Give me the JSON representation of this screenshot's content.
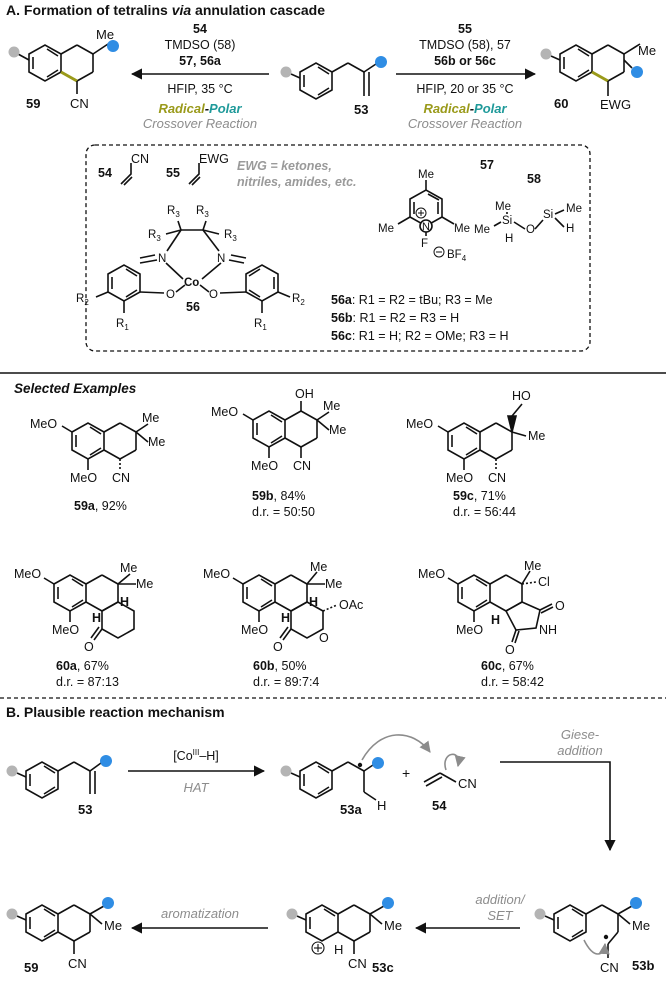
{
  "section_a": {
    "title_pre": "A. Formation of tetralins ",
    "title_via": "via",
    "title_post": " annulation cascade"
  },
  "left_arrow": {
    "reagent1": "54",
    "reagent2": "TMDSO (58)",
    "reagent3": "57, 56a",
    "conditions": "HFIP, 35 °C",
    "radical": "Radical",
    "dash": "-",
    "polar": "Polar",
    "crossover": "Crossover Reaction"
  },
  "right_arrow": {
    "reagent1": "55",
    "reagent2": "TMDSO (58), 57",
    "reagent3": "56b or 56c",
    "conditions": "HFIP, 20 or 35 °C",
    "radical": "Radical",
    "dash": "-",
    "polar": "Polar",
    "crossover": "Crossover Reaction"
  },
  "compounds": {
    "c59": "59",
    "c53": "53",
    "c60": "60",
    "me": "Me",
    "cn": "CN",
    "ewg": "EWG"
  },
  "box": {
    "l54": "54",
    "l55": "55",
    "cn": "CN",
    "ewg": "EWG",
    "ewg_note1": "EWG = ketones,",
    "ewg_note2": "nitriles, amides, etc.",
    "l57": "57",
    "l58": "58",
    "l56": "56",
    "me": "Me",
    "n": "N",
    "f": "F",
    "bf4": "BF",
    "bf4_sub": "4",
    "si": "Si",
    "h": "H",
    "o": "O",
    "co": "Co",
    "r1": "R",
    "r1_sub": "1",
    "r2": "R",
    "r2_sub": "2",
    "r3": "R",
    "r3_sub": "3",
    "cat_a_label": "56a",
    "cat_a_text": ": R1 = R2 = tBu; R3 = Me",
    "cat_b_label": "56b",
    "cat_b_text": ": R1 = R2 = R3 = H",
    "cat_c_label": "56c",
    "cat_c_text": ": R1 = H; R2 = OMe; R3 = H"
  },
  "selected": {
    "title": "Selected Examples",
    "meo": "MeO",
    "me": "Me",
    "cn": "CN",
    "oh": "OH",
    "ho": "HO",
    "oac": "OAc",
    "cl": "Cl",
    "nh": "NH",
    "o": "O",
    "h": "H",
    "ex": [
      {
        "id": "59a",
        "yield": ", 92%",
        "dr": ""
      },
      {
        "id": "59b",
        "yield": ", 84%",
        "dr": "d.r. = 50:50"
      },
      {
        "id": "59c",
        "yield": ", 71%",
        "dr": "d.r. = 56:44"
      },
      {
        "id": "60a",
        "yield": ", 67%",
        "dr": "d.r. = 87:13"
      },
      {
        "id": "60b",
        "yield": ", 50%",
        "dr": "d.r. = 89:7:4"
      },
      {
        "id": "60c",
        "yield": ", 67%",
        "dr": "d.r. = 58:42"
      }
    ]
  },
  "section_b": {
    "title": "B. Plausible reaction mechanism",
    "reagent_pre": "[Co",
    "reagent_sup": "III",
    "reagent_post": "–H]",
    "hat": "HAT",
    "plus": "+",
    "giese1": "Giese-",
    "giese2": "addition",
    "addset1": "addition/",
    "addset2": "SET",
    "arom": "aromatization",
    "l53": "53",
    "l53a": "53a",
    "l54": "54",
    "l53b": "53b",
    "l53c": "53c",
    "l59": "59",
    "cn": "CN",
    "me": "Me",
    "h": "H"
  },
  "colors": {
    "radical": "#9a9a1a",
    "polar": "#1f9a9a",
    "crossover": "#8c8c8c",
    "blue_dot": "#2f8de4",
    "grey_dot": "#b4b4b4",
    "bond_highlight": "#9a9a1a",
    "ink": "#111111"
  }
}
